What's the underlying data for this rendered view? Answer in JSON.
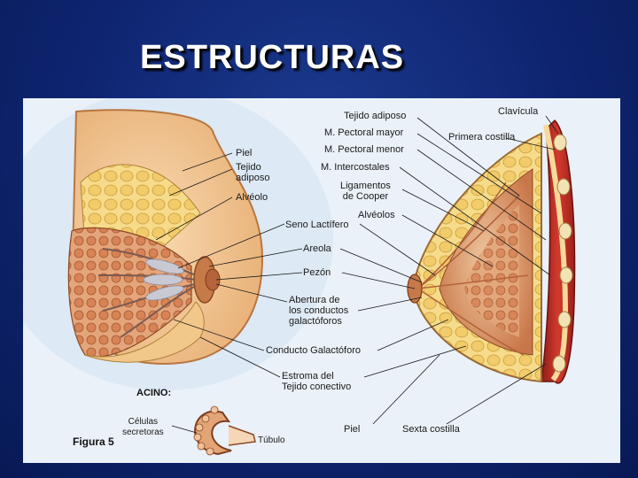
{
  "slide": {
    "title": "ESTRUCTURAS"
  },
  "figure": {
    "caption": "Figura 5",
    "acino_heading": "ACINO:",
    "left_labels": {
      "piel": "Piel",
      "tejido_adiposo": "Tejido\nadiposo",
      "alveolo": "Alvéolo"
    },
    "center_labels": {
      "seno_lactifero": "Seno Lactífero",
      "areola": "Areola",
      "pezon": "Pezón",
      "abertura": "Abertura de\nlos conductos\ngalactóforos",
      "conducto": "Conducto Galactóforo",
      "estroma": "Estroma del\nTejido conectivo"
    },
    "right_labels": {
      "tejido_adiposo": "Tejido adiposo",
      "pectoral_mayor": "M. Pectoral mayor",
      "pectoral_menor": "M. Pectoral menor",
      "intercostales": "M. Intercostales",
      "ligamentos": "Ligamentos\nde Cooper",
      "alveolos": "Alvéolos",
      "clavicula": "Clavícula",
      "primera_costilla": "Primera costilla",
      "piel": "Piel",
      "sexta_costilla": "Sexta costilla"
    },
    "acino_labels": {
      "celulas": "Células\nsecretoras",
      "tubulo": "Túbulo"
    },
    "colors": {
      "skin": "#f3c89a",
      "skin_dark": "#d99a5f",
      "fat": "#f4d27a",
      "gland": "#d8956a",
      "muscle": "#c0302a",
      "background": "#eaf1f8"
    }
  }
}
